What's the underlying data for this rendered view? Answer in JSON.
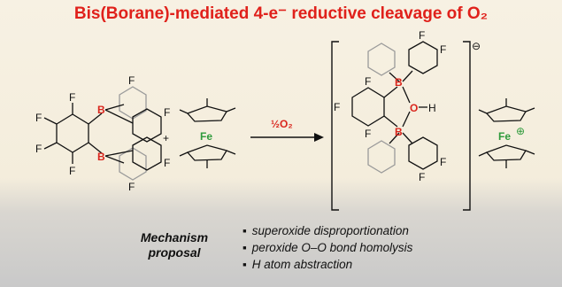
{
  "title": "Bis(Borane)-mediated 4-e⁻ reductive cleavage of O₂",
  "reagent": "½O₂",
  "plus": "+",
  "atoms": {
    "fluorine": "F",
    "boron": "B",
    "iron": "Fe",
    "oxygen": "O",
    "hydrogen": "H"
  },
  "charges": {
    "anion": "⊖",
    "cation": "⊕"
  },
  "mechanism_label": [
    "Mechanism",
    "proposal"
  ],
  "mechanism_steps": [
    "superoxide disproportionation",
    "peroxide O–O bond homolysis",
    "H atom abstraction"
  ],
  "colors": {
    "title": "#e0211b",
    "boron": "#d9251c",
    "iron": "#2e9a3b",
    "bonds": "#111111",
    "faded_rings": "#9a9a9a"
  }
}
